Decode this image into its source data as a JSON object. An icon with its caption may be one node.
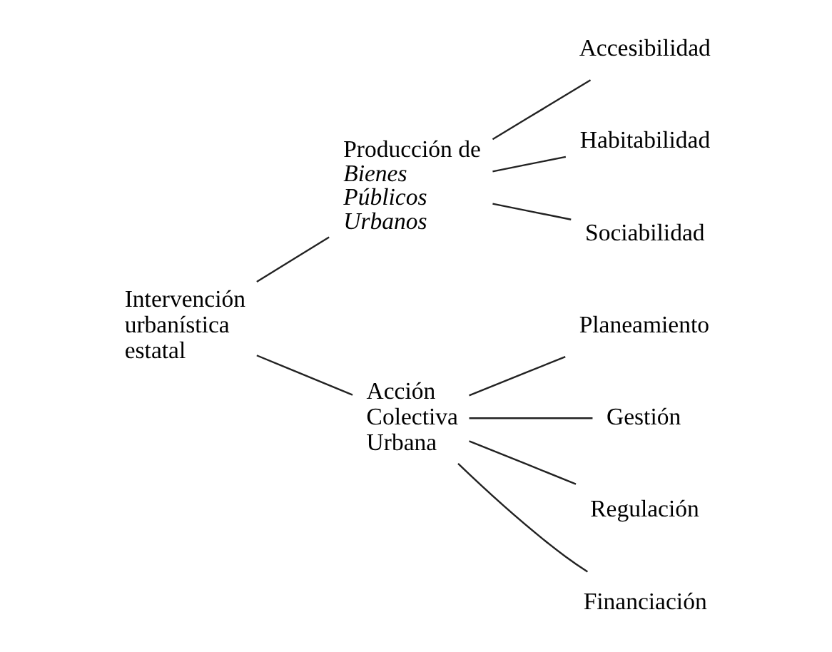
{
  "diagram": {
    "nodes": [
      {
        "text": [
          "Intervención urbanística estatal"
        ]
      },
      {
        "text": [
          "Producción de *Bienes Públicos Urbanos*"
        ]
      },
      {
        "text": [
          "Accesibilidad"
        ]
      },
      {
        "text": [
          "Habitabilidad"
        ]
      },
      {
        "text": [
          "Sociabilidad"
        ]
      },
      {
        "text": [
          "Acción Colectiva Urbana"
        ]
      },
      {
        "text": [
          "Planeamiento"
        ]
      },
      {
        "text": [
          "Gestión"
        ]
      },
      {
        "text": [
          "Regulación"
        ]
      },
      {
        "text": [
          "Financiación"
        ]
      }
    ],
    "edges": [
      {
        "from": 0,
        "to": 1,
        "arrow": "none"
      },
      {
        "from": 0,
        "to": 5,
        "arrow": "none"
      },
      {
        "from": 1,
        "to": 2,
        "arrow": "none"
      },
      {
        "from": 1,
        "to": 3,
        "arrow": "none"
      },
      {
        "from": 1,
        "to": 4,
        "arrow": "none"
      },
      {
        "from": 5,
        "to": 6,
        "arrow": "none"
      },
      {
        "from": 5,
        "to": 7,
        "arrow": "none"
      },
      {
        "from": 5,
        "to": 8,
        "arrow": "none"
      },
      {
        "from": 5,
        "to": 9,
        "arrow": "none"
      }
    ]
  }
}
